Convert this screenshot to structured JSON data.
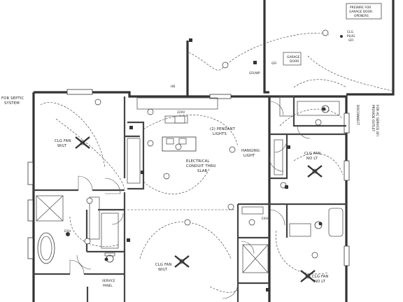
{
  "labels": {
    "septic": [
      "FOR SEPTIC",
      "SYSTEM"
    ],
    "garage_opener": [
      "PREWIRE FOR",
      "GARAGE DOOR",
      "OPENERS"
    ],
    "garage_door": [
      "GARAGE",
      "DOOR"
    ],
    "clg_plug": [
      "CLG",
      "PLUG",
      "GFI"
    ],
    "gfi_wp": "GFI/WP",
    "gfi": "GFI",
    "hb": "HB",
    "v220": "220V",
    "pendant": [
      "(2) PENDANT",
      "LIGHTS"
    ],
    "hanging": [
      "HANGING",
      "LIGHT"
    ],
    "conduit": [
      "ELECTRICAL",
      "CONDUIT THRU",
      "SLAB"
    ],
    "fan_lt_master": [
      "CLG FAN",
      "W/LT"
    ],
    "fan_lt_living": [
      "CLG FAN",
      "W/LT"
    ],
    "fan_nolt_1": [
      "CLG FAN",
      "NO LT"
    ],
    "fan_nolt_2": [
      "CLG FAN",
      "NO LT"
    ],
    "disconnect": "DISCONNECT",
    "ac_outlet": [
      "PROVIDE OUTLET",
      "FOR AC SERVICE GFI"
    ],
    "exh": "EXH",
    "service_panel": [
      "SERVICE",
      "PANEL"
    ]
  }
}
